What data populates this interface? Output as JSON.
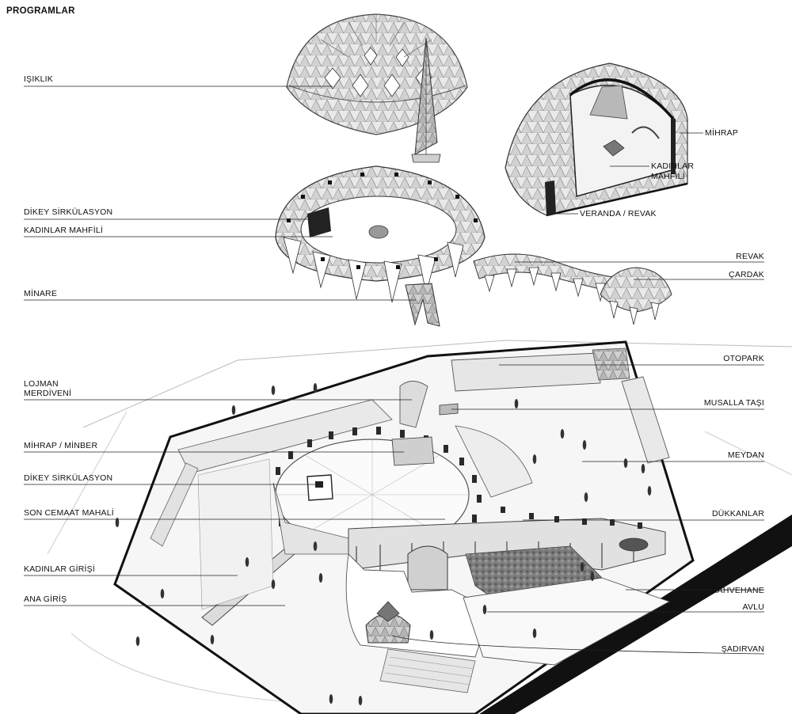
{
  "title": "PROGRAMLAR",
  "labels": {
    "isiklik": "IŞIKLIK",
    "dikey_sirkulasyon_top": "DİKEY SİRKÜLASYON",
    "kadinlar_mahfili_top": "KADINLAR MAHFİLİ",
    "minare": "MİNARE",
    "mihrap": "MİHRAP",
    "kadinlar_mahfili_section_1": "KADINLAR",
    "kadinlar_mahfili_section_2": "MAHFİLİ",
    "veranda_revak": "VERANDA / REVAK",
    "revak": "REVAK",
    "cardak": "ÇARDAK",
    "lojman_merdiveni_1": "LOJMAN",
    "lojman_merdiveni_2": "MERDİVENİ",
    "mihrap_minber": "MİHRAP / MİNBER",
    "dikey_sirkulasyon_plan": "DİKEY SİRKÜLASYON",
    "son_cemaat_mahali": "SON CEMAAT MAHALİ",
    "kadinlar_girisi": "KADINLAR GİRİŞİ",
    "ana_giris": "ANA GİRİŞ",
    "otopark": "OTOPARK",
    "musalla_tasi": "MUSALLA TAŞI",
    "meydan": "MEYDAN",
    "dukkanlar": "DÜKKANLAR",
    "kahvehane": "KAHVEHANE",
    "avlu": "AVLU",
    "sadirvan": "ŞADIRVAN"
  },
  "colors": {
    "ink": "#111111",
    "line": "#333333",
    "shade_light": "#e6e6e6",
    "shade_mid": "#bdbdbd",
    "shade_dark": "#555555",
    "tree": "#6f6f6f"
  }
}
